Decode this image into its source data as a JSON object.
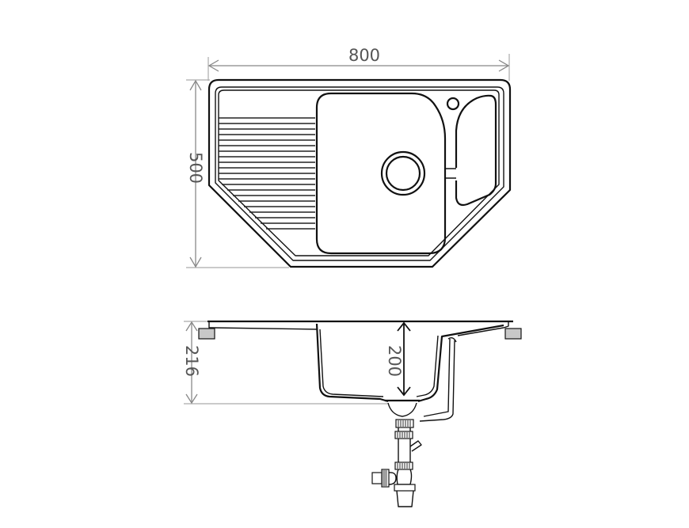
{
  "drawing": {
    "subject": "Corner kitchen sink with drainer and drain assembly",
    "views": [
      "top-view",
      "side-section-view"
    ],
    "dimensions": {
      "width": "800",
      "depth": "500",
      "total_height": "216",
      "bowl_depth": "200"
    },
    "colors": {
      "outline": "#111111",
      "dimension_line": "#888888",
      "dimension_text": "#555555",
      "mount_block": "#c8c8c8"
    }
  }
}
